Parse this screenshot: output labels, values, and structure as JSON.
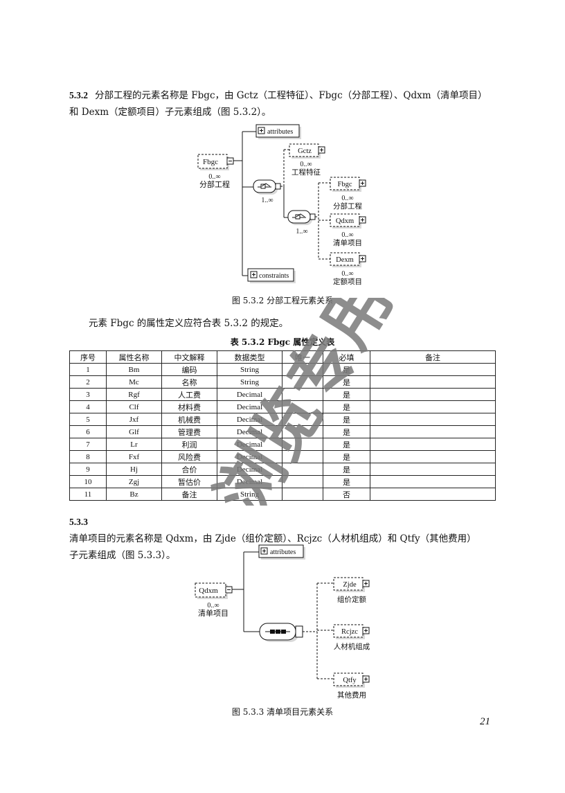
{
  "sec532": {
    "num": "5.3.2",
    "line1": "分部工程的元素名称是 Fbgc，由 Gctz（工程特征）、Fbgc（分部工程）、Qdxm（清单项目）",
    "line2": "和 Dexm（定额项目）子元素组成（图 5.3.2）。"
  },
  "fig532": {
    "root": "Fbgc",
    "root_card": "0..∞",
    "root_cn": "分部工程",
    "attributes": "attributes",
    "constraints": "constraints",
    "seq1_card": "1..∞",
    "seq2_card": "1..∞",
    "gctz": "Gctz",
    "gctz_card": "0..∞",
    "gctz_cn": "工程特征",
    "fbgc": "Fbgc",
    "fbgc_card": "0..∞",
    "fbgc_cn": "分部工程",
    "qdxm": "Qdxm",
    "qdxm_card": "0..∞",
    "qdxm_cn": "清单项目",
    "dexm": "Dexm",
    "dexm_card": "0..∞",
    "dexm_cn": "定额项目",
    "caption": "图 5.3.2   分部工程元素关系"
  },
  "intro_table": "元素 Fbgc 的属性定义应符合表 5.3.2 的规定。",
  "table532": {
    "caption": "表 5.3.2   Fbgc 属性定义表",
    "headers": [
      "序号",
      "属性名称",
      "中文解释",
      "数据类型",
      "唯一",
      "必填",
      "备注"
    ],
    "rows": [
      [
        "1",
        "Bm",
        "编码",
        "String",
        "",
        "是",
        ""
      ],
      [
        "2",
        "Mc",
        "名称",
        "String",
        "",
        "是",
        ""
      ],
      [
        "3",
        "Rgf",
        "人工费",
        "Decimal",
        "",
        "是",
        ""
      ],
      [
        "4",
        "Clf",
        "材料费",
        "Decimal",
        "",
        "是",
        ""
      ],
      [
        "5",
        "Jxf",
        "机械费",
        "Decimal",
        "",
        "是",
        ""
      ],
      [
        "6",
        "Glf",
        "管理费",
        "Decimal",
        "",
        "是",
        ""
      ],
      [
        "7",
        "Lr",
        "利润",
        "Decimal",
        "",
        "是",
        ""
      ],
      [
        "8",
        "Fxf",
        "风险费",
        "Decimal",
        "",
        "是",
        ""
      ],
      [
        "9",
        "Hj",
        "合价",
        "Decimal",
        "",
        "是",
        ""
      ],
      [
        "10",
        "Zgj",
        "暂估价",
        "Decimal",
        "",
        "是",
        ""
      ],
      [
        "11",
        "Bz",
        "备注",
        "String",
        "",
        "否",
        ""
      ]
    ]
  },
  "sec533": {
    "num": "5.3.3",
    "line1": "清单项目的元素名称是 Qdxm，由 Zjde（组价定额）、Rcjzc（人材机组成）和 Qtfy（其他费用）",
    "line2": "子元素组成（图 5.3.3）。"
  },
  "fig533": {
    "root": "Qdxm",
    "root_card": "0..∞",
    "root_cn": "清单项目",
    "attributes": "attributes",
    "zjde": "Zjde",
    "zjde_cn": "组价定额",
    "rcjzc": "Rcjzc",
    "rcjzc_cn": "人材机组成",
    "qtfy": "Qtfy",
    "qtfy_cn": "其他费用",
    "caption": "图 5.3.3   清单项目元素关系"
  },
  "page_number": "21",
  "watermark": "浏览专用"
}
